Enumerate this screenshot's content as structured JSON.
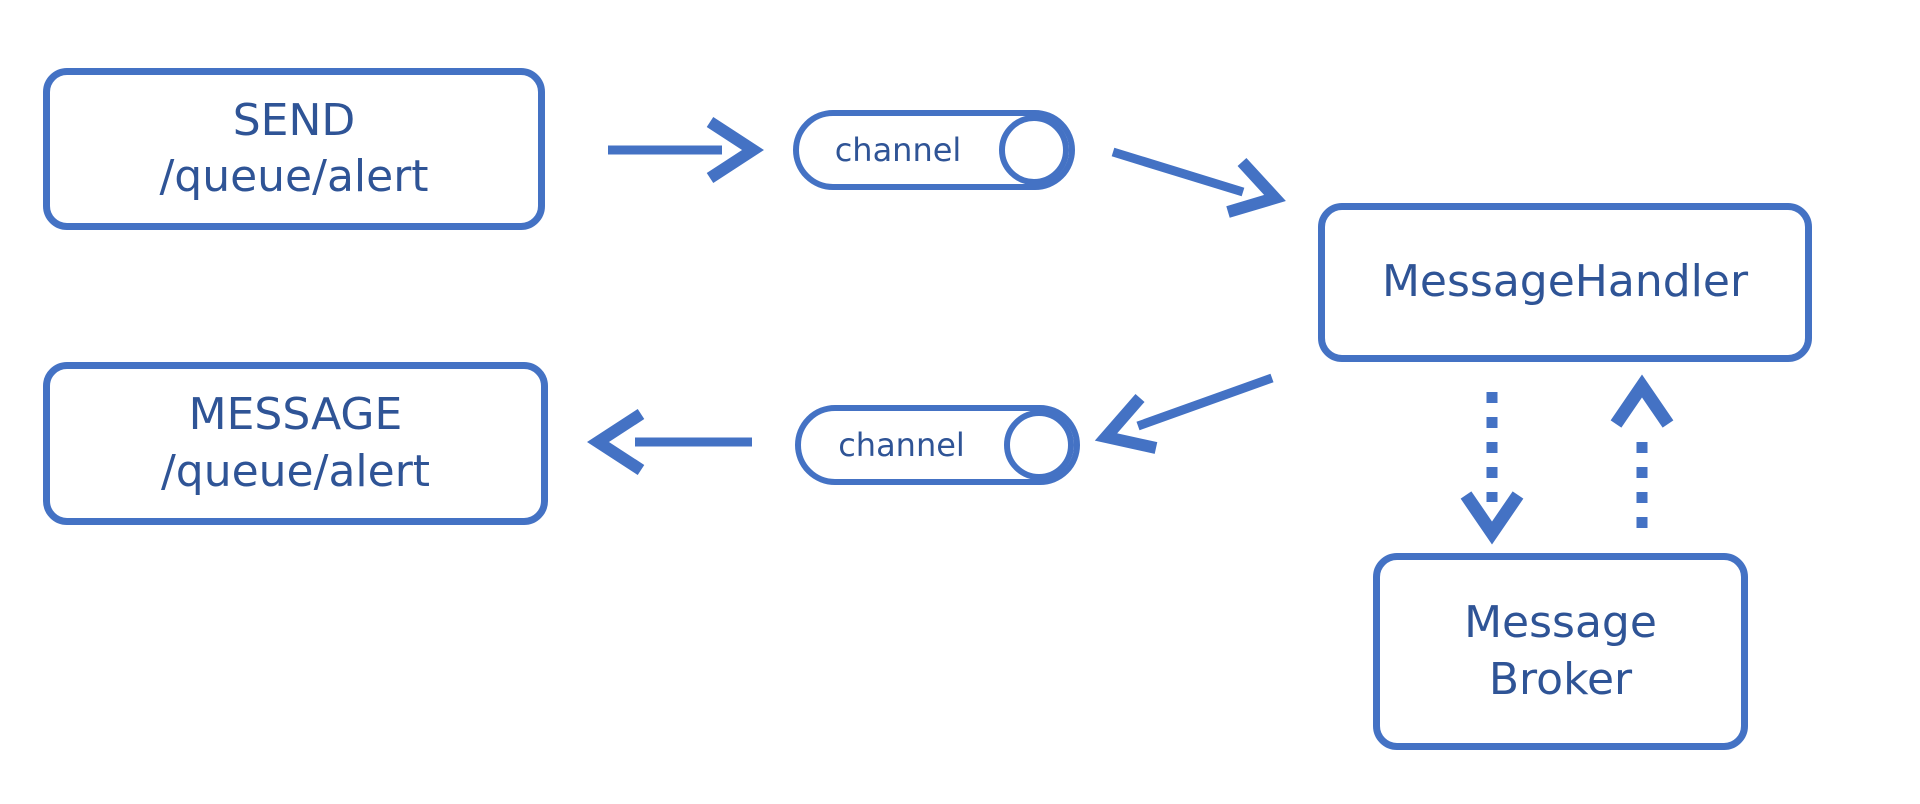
{
  "diagram": {
    "colors": {
      "stroke": "#4472c4",
      "text": "#2f5496",
      "background": "#ffffff"
    },
    "nodes": {
      "send": {
        "line1": "SEND",
        "line2": "/queue/alert"
      },
      "message": {
        "line1": "MESSAGE",
        "line2": "/queue/alert"
      },
      "handler": {
        "label": "MessageHandler"
      },
      "broker": {
        "line1": "Message",
        "line2": "Broker"
      },
      "channel_top": {
        "label": "channel"
      },
      "channel_bottom": {
        "label": "channel"
      }
    },
    "edges": [
      {
        "from": "send",
        "to": "channel_top",
        "style": "solid-arrow"
      },
      {
        "from": "channel_top",
        "to": "handler",
        "style": "solid-arrow"
      },
      {
        "from": "handler",
        "to": "channel_bottom",
        "style": "solid-arrow"
      },
      {
        "from": "channel_bottom",
        "to": "message",
        "style": "solid-arrow"
      },
      {
        "from": "handler",
        "to": "broker",
        "style": "dotted-arrow"
      },
      {
        "from": "broker",
        "to": "handler",
        "style": "dotted-arrow"
      }
    ]
  }
}
